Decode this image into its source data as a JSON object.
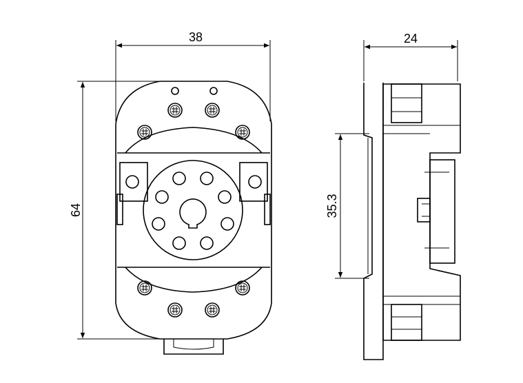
{
  "dimensions": {
    "width_top": "38",
    "height_left": "64",
    "depth_top": "24",
    "rail_height": "35.3"
  }
}
